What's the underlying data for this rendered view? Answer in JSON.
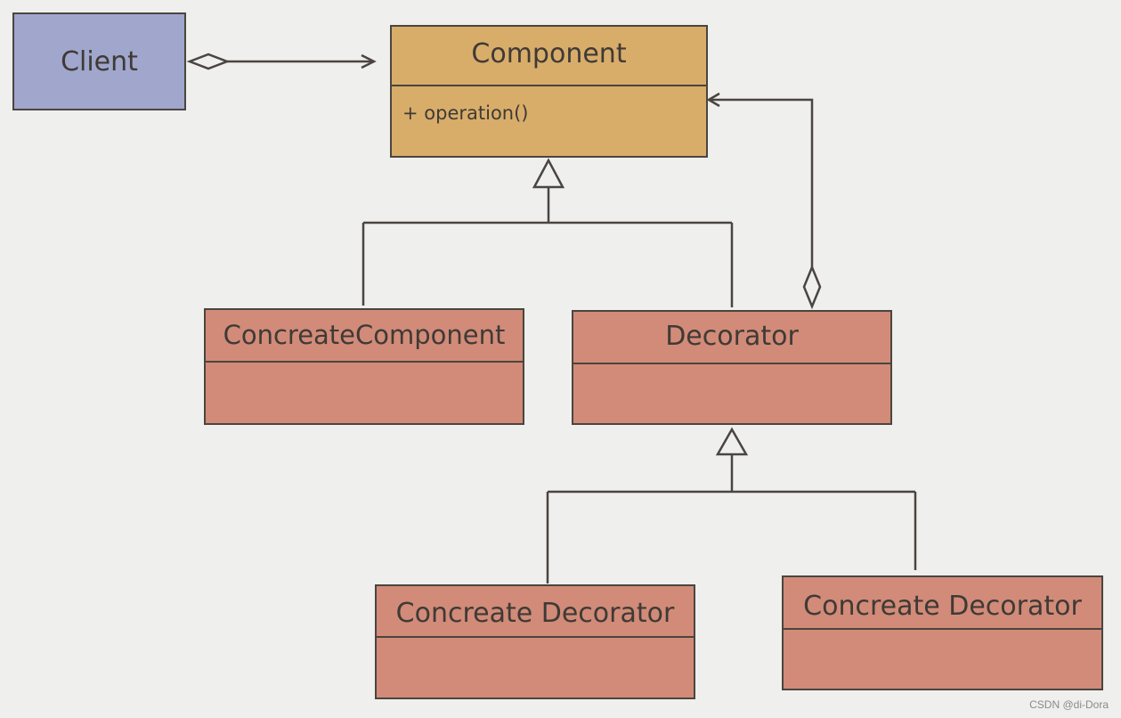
{
  "diagram": {
    "client": {
      "name": "Client"
    },
    "component": {
      "name": "Component",
      "operations": [
        "+ operation()"
      ]
    },
    "concrete_component": {
      "name": "ConcreateComponent"
    },
    "decorator": {
      "name": "Decorator"
    },
    "concrete_decorators": [
      {
        "name": "Concreate Decorator"
      },
      {
        "name": "Concreate Decorator"
      }
    ]
  },
  "watermark": "CSDN @di-Dora",
  "colors": {
    "client": "#a0a6cc",
    "component": "#d8ad6a",
    "concrete": "#d18b78",
    "line": "#4a4540"
  }
}
